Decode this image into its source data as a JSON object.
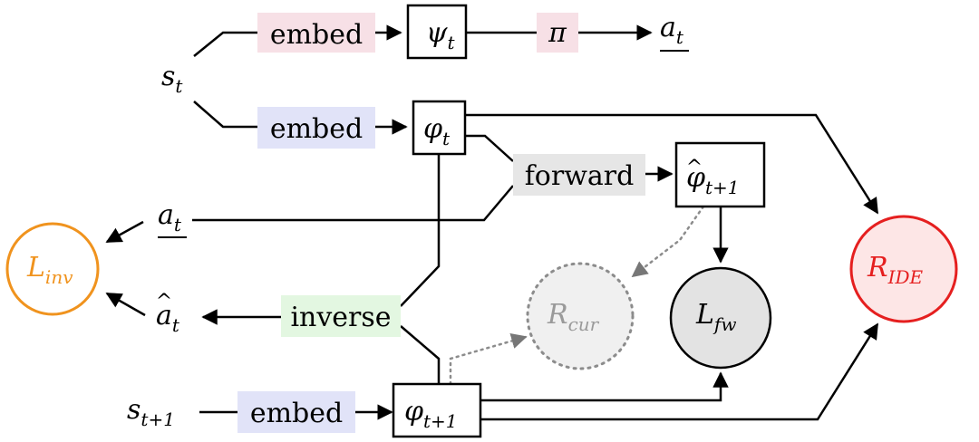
{
  "labels": {
    "s_t": "s",
    "s_t_sub": "t",
    "s_t1": "s",
    "s_t1_sub": "t+1",
    "embed_top": "embed",
    "embed_mid": "embed",
    "embed_bot": "embed",
    "psi": "ψ",
    "psi_sub": "t",
    "pi": "π",
    "a_t_top": "a",
    "a_t_top_sub": "t",
    "phi": "φ",
    "phi_sub": "t",
    "forward": "forward",
    "phi_hat": "φ",
    "phi_hat_mark": "^",
    "phi_hat_sub": "t+1",
    "a_t_mid": "a",
    "a_t_mid_sub": "t",
    "inverse": "inverse",
    "a_hat": "a",
    "a_hat_mark": "^",
    "a_hat_sub": "t",
    "phi_t1": "φ",
    "phi_t1_sub": "t+1",
    "L_inv": "L",
    "L_inv_sub": "inv",
    "R_cur": "R",
    "R_cur_sub": "cur",
    "L_fw": "L",
    "L_fw_sub": "fw",
    "R_IDE": "R",
    "R_IDE_sub": "IDE"
  },
  "colors": {
    "embed_top_fill": "#f7e0e6",
    "pi_fill": "#f7e0e6",
    "embed_blue_fill": "#e1e3f8",
    "forward_fill": "#e6e6e6",
    "inverse_fill": "#e3f7e1",
    "L_inv_stroke": "#f0931e",
    "L_inv_text": "#f0931e",
    "R_cur_stroke": "#8c8c8c",
    "R_cur_fill": "#f0f0f0",
    "R_cur_text": "#9a9a9a",
    "L_fw_fill": "#e3e3e3",
    "R_IDE_stroke": "#e51f1f",
    "R_IDE_fill": "#fde6e6",
    "R_IDE_text": "#e51f1f"
  }
}
